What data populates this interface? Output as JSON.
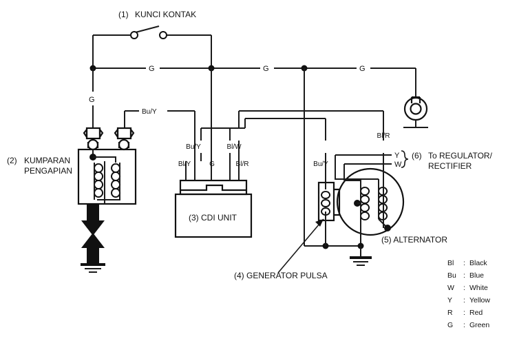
{
  "diagram": {
    "title_items": [
      {
        "id": "c1",
        "number": "(1)",
        "label": "KUNCI KONTAK"
      },
      {
        "id": "c2",
        "number": "(2)",
        "label": "KUMPARAN",
        "label2": "PENGAPIAN"
      },
      {
        "id": "c3",
        "number": "(3)",
        "label": "CDI UNIT"
      },
      {
        "id": "c4",
        "number": "(4)",
        "label": "GENERATOR PULSA"
      },
      {
        "id": "c5",
        "number": "(5)",
        "label": "ALTERNATOR"
      },
      {
        "id": "c6",
        "number": "(6)",
        "label": "To REGULATOR/",
        "label2": "RECTIFIER"
      }
    ],
    "components": {
      "ignition_switch": {
        "number": "(1)",
        "name": "KUNCI KONTAK"
      },
      "ignition_coil": {
        "number": "(2)",
        "name_line1": "KUMPARAN",
        "name_line2": "PENGAPIAN"
      },
      "cdi_unit": {
        "number": "(3)",
        "name": "CDI UNIT",
        "caption": "(3) CDI UNIT"
      },
      "pulse_generator": {
        "number": "(4)",
        "name": "GENERATOR PULSA",
        "caption": "(4)  GENERATOR PULSA"
      },
      "alternator": {
        "number": "(5)",
        "name": "ALTERNATOR",
        "caption": "(5)  ALTERNATOR"
      },
      "regulator": {
        "number": "(6)",
        "name_line1": "To REGULATOR/",
        "name_line2": "RECTIFIER"
      }
    },
    "wire_labels": {
      "bus_g_1": "G",
      "bus_g_2": "G",
      "bus_g_3": "G",
      "coil_g": "G",
      "coil_buy": "Bu/Y",
      "cdi_top_buy": "Bu/Y",
      "cdi_top_blw": "Bl/W",
      "cdi_term_bly": "Bl/Y",
      "cdi_term_g": "G",
      "cdi_term_blr": "Bl/R",
      "pulse_buy": "Bu/Y",
      "alt_blr": "Bl/R",
      "alt_y": "Y",
      "alt_w": "W"
    },
    "legend": {
      "title": "",
      "entries": [
        {
          "code": "Bl",
          "sep": ":",
          "color": "Black"
        },
        {
          "code": "Bu",
          "sep": ":",
          "color": "Blue"
        },
        {
          "code": "W",
          "sep": ":",
          "color": "White"
        },
        {
          "code": "Y",
          "sep": ":",
          "color": "Yellow"
        },
        {
          "code": "R",
          "sep": ":",
          "color": "Red"
        },
        {
          "code": "G",
          "sep": ":",
          "color": "Green"
        }
      ]
    },
    "colors": {
      "line": "#1a1a1a",
      "background": "#ffffff",
      "text": "#111111"
    }
  }
}
